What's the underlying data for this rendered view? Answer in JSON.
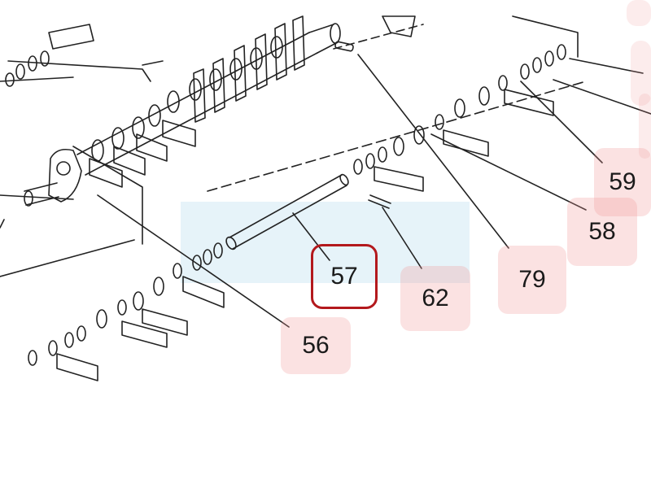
{
  "callouts": {
    "c56": "56",
    "c57": "57",
    "c58": "58",
    "c59": "59",
    "c62": "62",
    "c79": "79"
  },
  "colors": {
    "line": "#222222",
    "callout_bg": "#f3c9c9",
    "selected_border": "#b3191d",
    "highlight_band": "#dceef7"
  }
}
